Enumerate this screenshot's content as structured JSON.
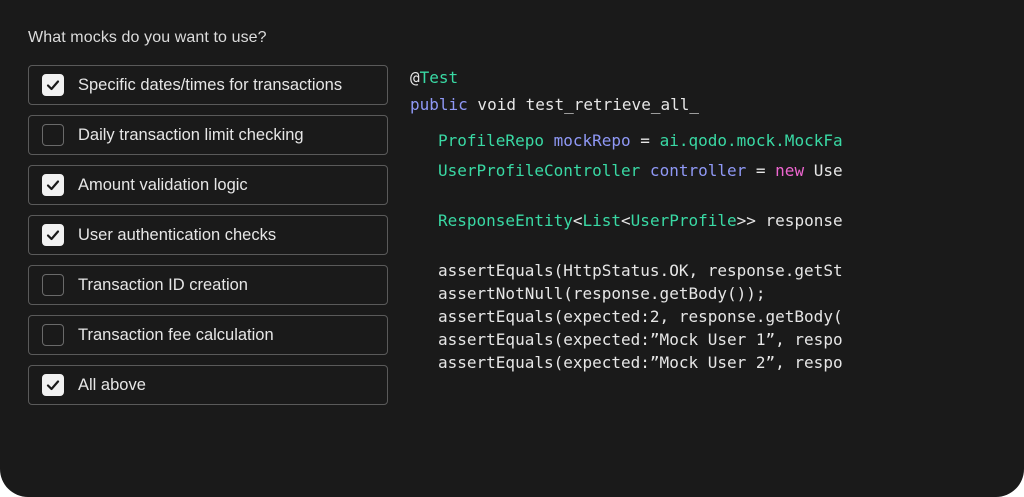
{
  "question": "What mocks do you want to use?",
  "options": [
    {
      "label": "Specific dates/times for transactions",
      "checked": true
    },
    {
      "label": "Daily transaction limit checking",
      "checked": false
    },
    {
      "label": "Amount validation logic",
      "checked": true
    },
    {
      "label": "User authentication checks",
      "checked": true
    },
    {
      "label": "Transaction ID creation",
      "checked": false
    },
    {
      "label": "Transaction fee calculation",
      "checked": false
    },
    {
      "label": "All above",
      "checked": true
    }
  ],
  "colors": {
    "background": "#1a1a1a",
    "keyword": "#8f98f5",
    "type": "#39d9a4",
    "new_keyword": "#ee66d0",
    "text": "#e6e6e6"
  },
  "code": {
    "l1": {
      "at": "@",
      "annotation": "Test"
    },
    "l2": {
      "public": "public",
      "rest": " void test_retrieve_all_"
    },
    "l3": {
      "type": "ProfileRepo",
      "var": " mockRepo",
      "eq": " = ",
      "value": "ai.qodo.mock.MockFa"
    },
    "l4": {
      "type": "UserProfileController",
      "var": " controller",
      "eq": " = ",
      "new": "new",
      "rest": " Use"
    },
    "l5": {
      "t1": "ResponseEntity",
      "p1": "<",
      "t2": "List",
      "p2": "<",
      "t3": "UserProfile",
      "rest": ">> response"
    },
    "l6": "assertEquals(HttpStatus.OK, response.getSt",
    "l7": "assertNotNull(response.getBody());",
    "l8": "assertEquals(expected:2, response.getBody(",
    "l9": "assertEquals(expected:”Mock User 1”, respo",
    "l10": "assertEquals(expected:”Mock User 2”, respo"
  }
}
